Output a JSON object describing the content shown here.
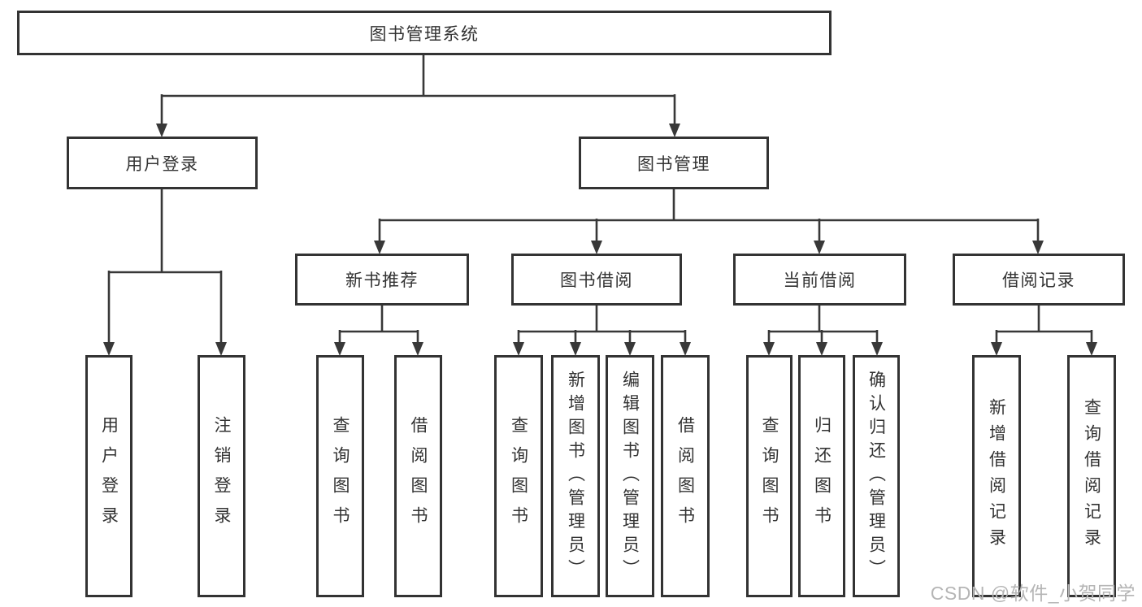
{
  "diagram": {
    "root": {
      "label": "图书管理系统"
    },
    "branches": [
      {
        "label": "用户登录",
        "leaves": [
          "用户登录",
          "注销登录"
        ]
      },
      {
        "label": "图书管理",
        "children": [
          {
            "label": "新书推荐",
            "leaves": [
              "查询图书",
              "借阅图书"
            ]
          },
          {
            "label": "图书借阅",
            "leaves": [
              "查询图书",
              "新增图书（管理员）",
              "编辑图书（管理员）",
              "借阅图书"
            ]
          },
          {
            "label": "当前借阅",
            "leaves": [
              "查询图书",
              "归还图书",
              "确认归还（管理员）"
            ]
          },
          {
            "label": "借阅记录",
            "leaves": [
              "新增借阅记录",
              "查询借阅记录"
            ]
          }
        ]
      }
    ]
  },
  "watermark": {
    "text": "CSDN @软件_小贺同学",
    "color": "#b5b5b5"
  },
  "colors": {
    "line": "#383838",
    "box_border": "#333333",
    "text": "#333333",
    "background": "#ffffff"
  }
}
